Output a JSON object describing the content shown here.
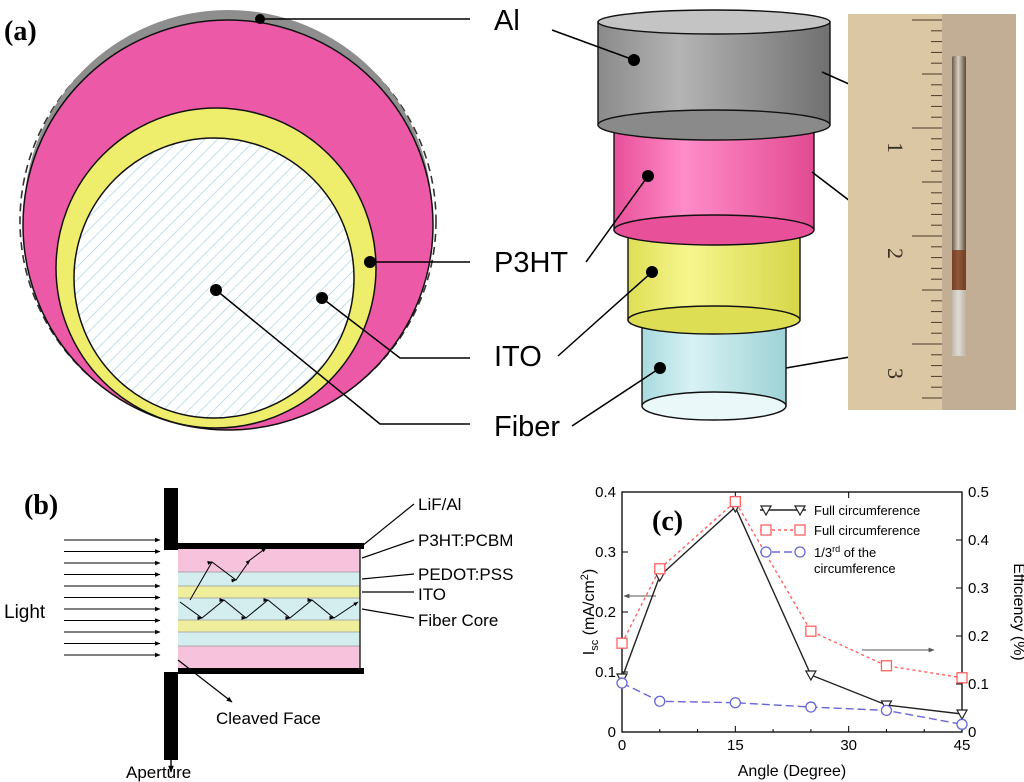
{
  "panel_a": {
    "label": "(a)",
    "layers": {
      "al": "Al",
      "p3ht": "P3HT",
      "ito": "ITO",
      "fiber": "Fiber"
    },
    "ruler_marks": [
      "1",
      "2",
      "3"
    ]
  },
  "panel_b": {
    "label": "(b)",
    "layers": [
      "LiF/Al",
      "P3HT:PCBM",
      "PEDOT:PSS",
      "ITO",
      "Fiber Core"
    ],
    "light": "Light",
    "cleaved_face": "Cleaved Face",
    "aperture": "Aperture"
  },
  "panel_c": {
    "label": "(c)"
  },
  "chart_data": {
    "type": "line",
    "xlabel": "Angle (Degree)",
    "ylabel_left": "I_sc (mA/cm^2)",
    "ylabel_right": "Efficiency (%)",
    "xlim": [
      0,
      45
    ],
    "ylim_left": [
      0,
      0.4
    ],
    "ylim_right": [
      0,
      0.5
    ],
    "xticks": [
      "0",
      "15",
      "30",
      "45"
    ],
    "yticks_left": [
      "0",
      "0.1",
      "0.2",
      "0.3",
      "0.4"
    ],
    "yticks_right": [
      "0",
      "0.1",
      "0.2",
      "0.3",
      "0.4",
      "0.5"
    ],
    "series": [
      {
        "name": "Full circumference",
        "axis": "left",
        "marker": "triangle-down",
        "color": "#222222",
        "dash": "solid",
        "x": [
          0,
          5,
          15,
          25,
          35,
          45
        ],
        "y": [
          0.09,
          0.26,
          0.375,
          0.095,
          0.045,
          0.03
        ]
      },
      {
        "name": "Full circumference",
        "axis": "right",
        "marker": "square",
        "color": "#ff6060",
        "dash": "dotted",
        "x": [
          0,
          5,
          15,
          25,
          35,
          45
        ],
        "y": [
          0.185,
          0.34,
          0.48,
          0.21,
          0.138,
          0.113
        ]
      },
      {
        "name": "1/3rd of the circumference",
        "legend_lines": [
          "1/3rd of the",
          "circumference"
        ],
        "axis": "right",
        "marker": "circle",
        "color": "#6868d8",
        "dash": "dashed",
        "x": [
          0,
          5,
          15,
          25,
          35,
          45
        ],
        "y": [
          0.102,
          0.064,
          0.061,
          0.052,
          0.045,
          0.016
        ]
      }
    ]
  }
}
